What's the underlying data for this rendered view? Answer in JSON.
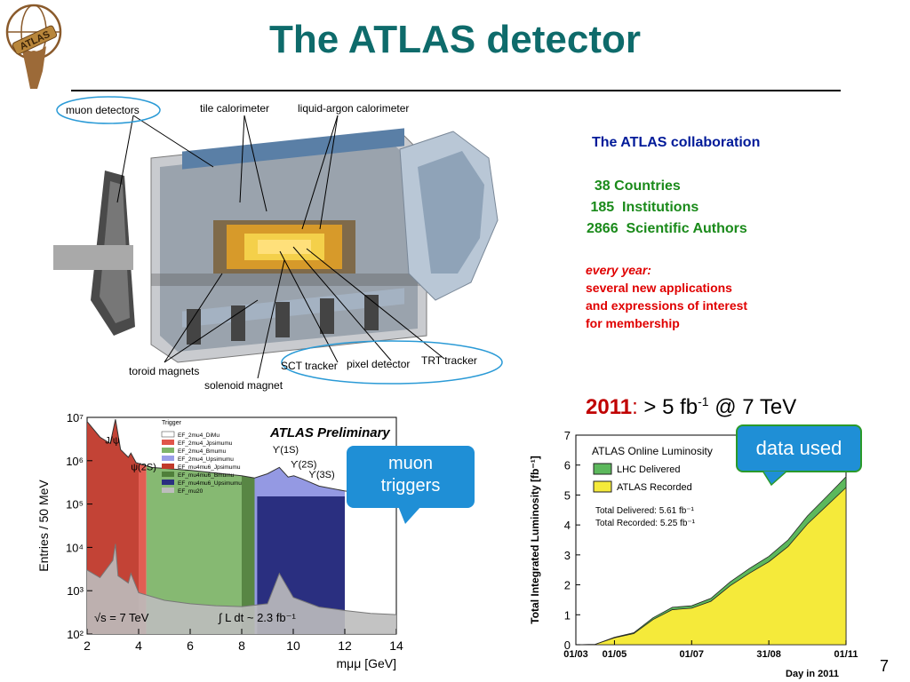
{
  "slide": {
    "title": "The ATLAS detector",
    "page_number": "7"
  },
  "logo": {
    "text": "ATLAS"
  },
  "detector_labels": {
    "muon_detectors": "muon detectors",
    "tile_calorimeter": "tile calorimeter",
    "liquid_argon": "liquid-argon calorimeter",
    "toroid_magnets": "toroid magnets",
    "solenoid_magnet": "solenoid magnet",
    "sct_tracker": "SCT tracker",
    "pixel_detector": "pixel detector",
    "trt_tracker": "TRT tracker"
  },
  "collaboration": {
    "title": "The ATLAS collaboration",
    "countries": "  38 Countries",
    "institutions": " 185  Institutions",
    "authors": "2866  Scientific Authors",
    "every_year": "every year:",
    "line1": "several new applications",
    "line2": "and expressions of interest",
    "line3": "for membership"
  },
  "lumi_headline": {
    "year": "2011",
    "colon": ":",
    "pre": " > 5 fb",
    "sup": "-1",
    "post": " @ 7 TeV"
  },
  "callouts": {
    "muon_triggers_1": "muon",
    "muon_triggers_2": "triggers",
    "data_used": "data used"
  },
  "colors": {
    "title": "#0e6b6b",
    "lhc_delivered": "#5cb85c",
    "atlas_recorded": "#f5ea3a",
    "callout_blue": "#1f8fd6"
  },
  "chart_data": [
    {
      "type": "line",
      "title": "ATLAS Preliminary",
      "xlabel": "mμμ [GeV]",
      "ylabel": "Entries / 50 MeV",
      "xlim": [
        2,
        14
      ],
      "ylim": [
        100,
        10000000
      ],
      "log_y": true,
      "x_ticks": [
        "2",
        "4",
        "6",
        "8",
        "10",
        "12",
        "14"
      ],
      "y_ticks": [
        "10²",
        "10³",
        "10⁴",
        "10⁵",
        "10⁶",
        "10⁷"
      ],
      "annotations": [
        "J/ψ",
        "ψ(2S)",
        "ϒ(1S)",
        "ϒ(2S)",
        "ϒ(3S)",
        "√s = 7 TeV",
        "∫ L dt ~ 2.3 fb⁻¹"
      ],
      "legend_title": "Trigger",
      "legend_placement": "top-center",
      "series": [
        {
          "name": "EF_2mu4_DiMu",
          "color": "#ffffff"
        },
        {
          "name": "EF_2mu4_Jpsimumu",
          "color": "#e0554a"
        },
        {
          "name": "EF_2mu4_Bmumu",
          "color": "#7fb56a"
        },
        {
          "name": "EF_2mu4_Upsimumu",
          "color": "#9a9ee8"
        },
        {
          "name": "EF_mu4mu6_Jpsimumu",
          "color": "#c0392b"
        },
        {
          "name": "EF_mu4mu6_Bmumu",
          "color": "#4f7f3a"
        },
        {
          "name": "EF_mu4mu6_Upsimumu",
          "color": "#2a2f80"
        },
        {
          "name": "EF_mu20",
          "color": "#bdbdbd"
        }
      ],
      "envelope": {
        "x": [
          2,
          2.5,
          2.9,
          3.1,
          3.3,
          3.6,
          3.7,
          3.9,
          4.5,
          6,
          8,
          8.5,
          9.0,
          9.46,
          9.8,
          10.02,
          10.35,
          11,
          12,
          13,
          14
        ],
        "y": [
          8000000,
          3500000,
          2500000,
          9000000,
          1800000,
          1200000,
          1500000,
          900000,
          700000,
          600000,
          450000,
          400000,
          500000,
          700000,
          420000,
          450000,
          380000,
          260000,
          200000,
          170000,
          150000
        ]
      },
      "mu20": {
        "x": [
          2,
          2.5,
          3,
          3.1,
          3.2,
          3.6,
          3.7,
          4,
          5,
          6,
          7,
          8,
          9,
          9.46,
          10,
          11,
          12,
          13,
          14
        ],
        "y": [
          3000,
          2000,
          5000,
          12000,
          2200,
          1500,
          2500,
          900,
          600,
          500,
          450,
          430,
          500,
          2500,
          700,
          420,
          350,
          300,
          280
        ]
      }
    },
    {
      "type": "area",
      "title": "ATLAS Online Luminosity",
      "xlabel": "Day in 2011",
      "ylabel": "Total Integrated Luminosity [fb⁻¹]",
      "ylim": [
        0,
        7
      ],
      "x_ticks": [
        "01/03",
        "01/05",
        "01/07",
        "31/08",
        "01/11"
      ],
      "y_ticks": [
        "0",
        "1",
        "2",
        "3",
        "4",
        "5",
        "6",
        "7"
      ],
      "legend_placement": "top-left",
      "annotations": [
        "Total Delivered: 5.61 fb⁻¹",
        "Total Recorded: 5.25 fb⁻¹"
      ],
      "x": [
        "01/03",
        "01/04",
        "01/05",
        "15/05",
        "01/06",
        "15/06",
        "01/07",
        "15/07",
        "01/08",
        "15/08",
        "31/08",
        "15/09",
        "01/10",
        "15/10",
        "01/11"
      ],
      "series": [
        {
          "name": "LHC Delivered",
          "values": [
            0,
            0.01,
            0.25,
            0.4,
            0.9,
            1.25,
            1.3,
            1.55,
            2.1,
            2.55,
            2.95,
            3.5,
            4.3,
            4.95,
            5.61
          ]
        },
        {
          "name": "ATLAS Recorded",
          "values": [
            0,
            0.01,
            0.23,
            0.37,
            0.84,
            1.17,
            1.22,
            1.45,
            1.97,
            2.39,
            2.77,
            3.28,
            4.03,
            4.64,
            5.25
          ]
        }
      ]
    }
  ]
}
